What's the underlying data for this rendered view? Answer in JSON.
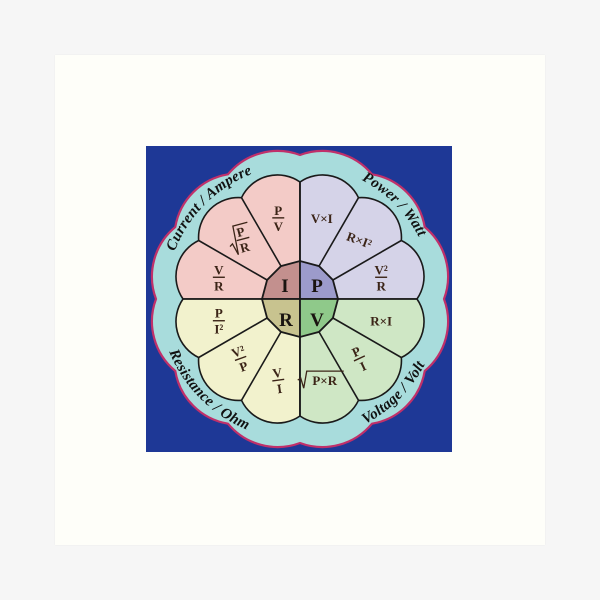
{
  "colors": {
    "page_background": "#f6f6f6",
    "mat": "#fefef9",
    "art_background": "#1e3896",
    "outer_ring": "#a8dcdc",
    "outer_ring_border": "#c0306a",
    "outline": "#1a1a1a",
    "current": "#f3cbc7",
    "power": "#d5d3e8",
    "resistance": "#f2f2cd",
    "voltage": "#cfe7c5",
    "current_center": "#c3908e",
    "power_center": "#9c9bcb",
    "resistance_center": "#c8c38f",
    "voltage_center": "#8fc98a",
    "formula_text": "#3b2417"
  },
  "center": {
    "I": "I",
    "P": "P",
    "R": "R",
    "V": "V"
  },
  "labels": {
    "current": "Current / Ampere",
    "power": "Power / Watt",
    "resistance": "Resistance / Ohm",
    "voltage": "Voltage / Volt"
  },
  "quadrants": [
    {
      "key": "current",
      "symbol": "I",
      "formulas": [
        {
          "type": "frac",
          "num": "P",
          "den": "V"
        },
        {
          "type": "sqrtfrac",
          "num": "P",
          "den": "R"
        },
        {
          "type": "frac",
          "num": "V",
          "den": "R"
        }
      ]
    },
    {
      "key": "power",
      "symbol": "P",
      "formulas": [
        {
          "type": "text",
          "text": "V×I"
        },
        {
          "type": "text",
          "text": "R×I²"
        },
        {
          "type": "frac",
          "num": "V²",
          "den": "R"
        }
      ]
    },
    {
      "key": "resistance",
      "symbol": "R",
      "formulas": [
        {
          "type": "frac",
          "num": "P",
          "den": "I²"
        },
        {
          "type": "frac",
          "num": "V²",
          "den": "P"
        },
        {
          "type": "frac",
          "num": "V",
          "den": "I"
        }
      ]
    },
    {
      "key": "voltage",
      "symbol": "V",
      "formulas": [
        {
          "type": "text",
          "text": "R×I"
        },
        {
          "type": "frac",
          "num": "P",
          "den": "I"
        },
        {
          "type": "sqrt",
          "text": "P×R"
        }
      ]
    }
  ]
}
